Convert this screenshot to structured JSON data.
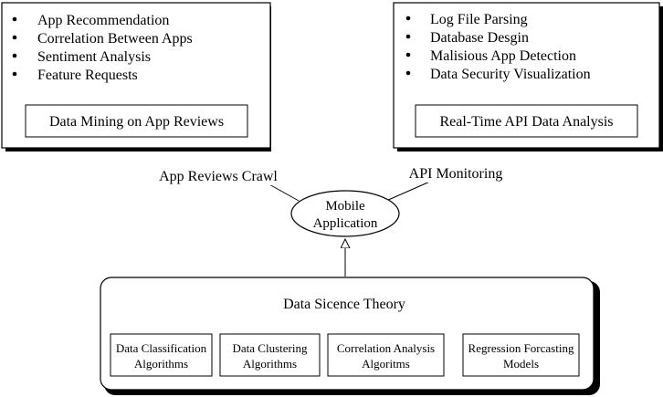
{
  "left_panel": {
    "bullets": [
      "App Recommendation",
      "Correlation Between Apps",
      "Sentiment Analysis",
      "Feature Requests"
    ],
    "title": "Data Mining on App Reviews"
  },
  "right_panel": {
    "bullets": [
      "Log File Parsing",
      "Database Desgin",
      "Malisious App Detection",
      "Data Security Visualization"
    ],
    "title": "Real-Time API Data Analysis"
  },
  "center": {
    "line1": "Mobile",
    "line2": "Application"
  },
  "edges": {
    "left_label": "App Reviews Crawl",
    "right_label": "API Monitoring"
  },
  "bottom_panel": {
    "title": "Data Sicence Theory",
    "boxes": [
      {
        "line1": "Data Classification",
        "line2": "Algorithms"
      },
      {
        "line1": "Data Clustering",
        "line2": "Algorithms"
      },
      {
        "line1": "Correlation Analysis",
        "line2": "Algoritms"
      },
      {
        "line1": "Regression Forcasting",
        "line2": "Models"
      }
    ]
  }
}
